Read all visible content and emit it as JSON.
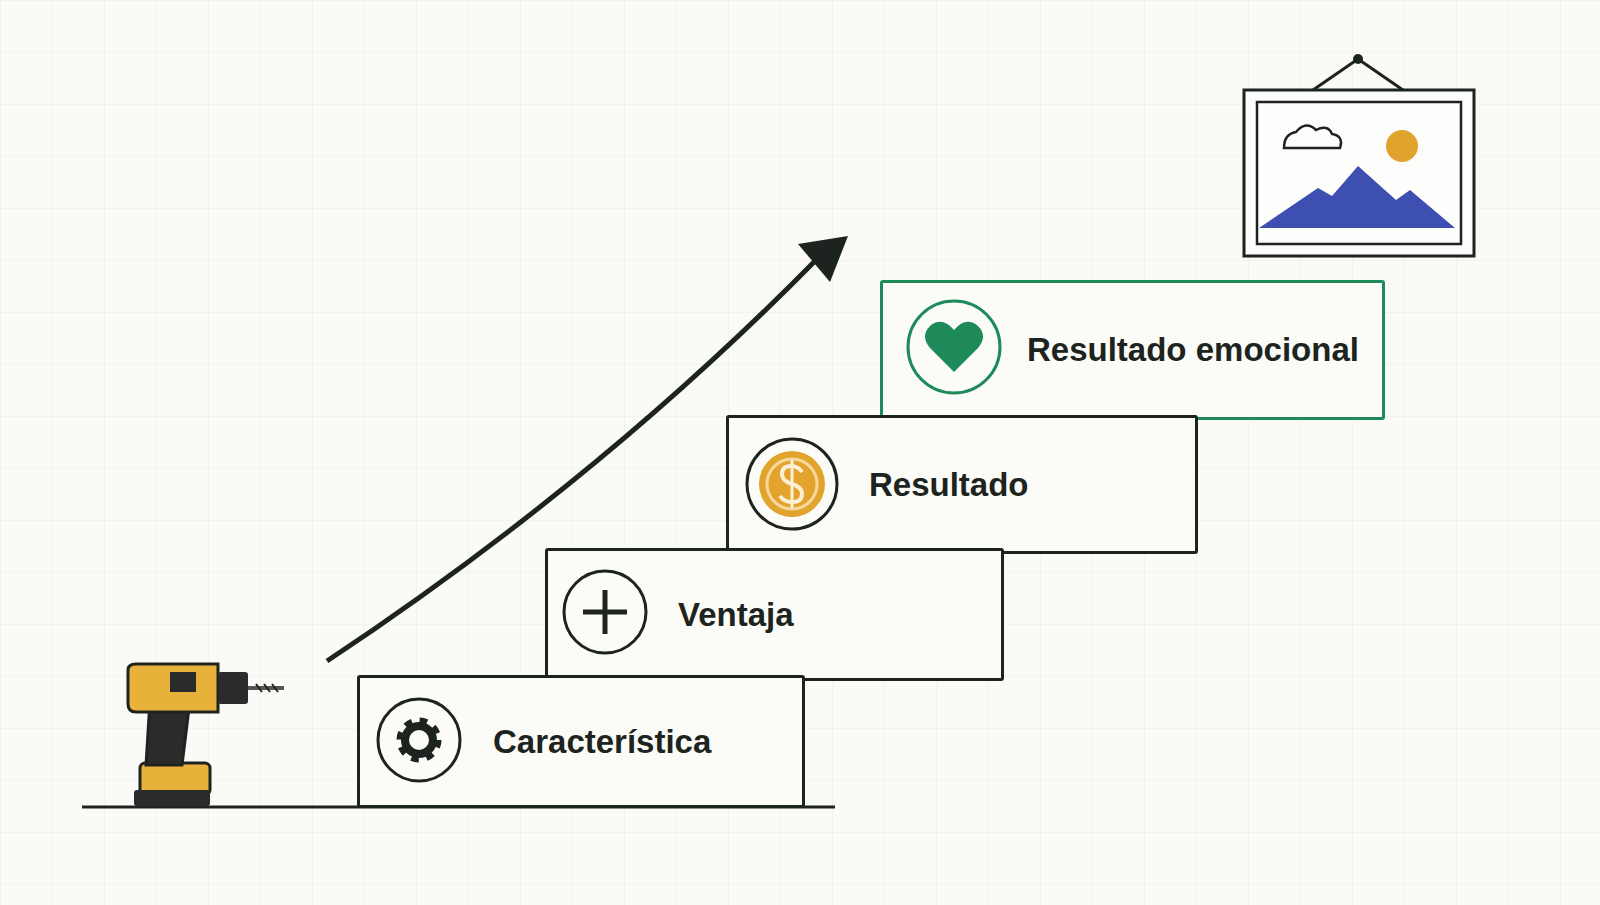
{
  "diagram": {
    "nodes": [
      {
        "text": [
          "Característica"
        ]
      },
      {
        "text": [
          "Ventaja"
        ]
      },
      {
        "text": [
          "Resultado"
        ]
      },
      {
        "text": [
          "Resultado emocional"
        ]
      }
    ]
  }
}
